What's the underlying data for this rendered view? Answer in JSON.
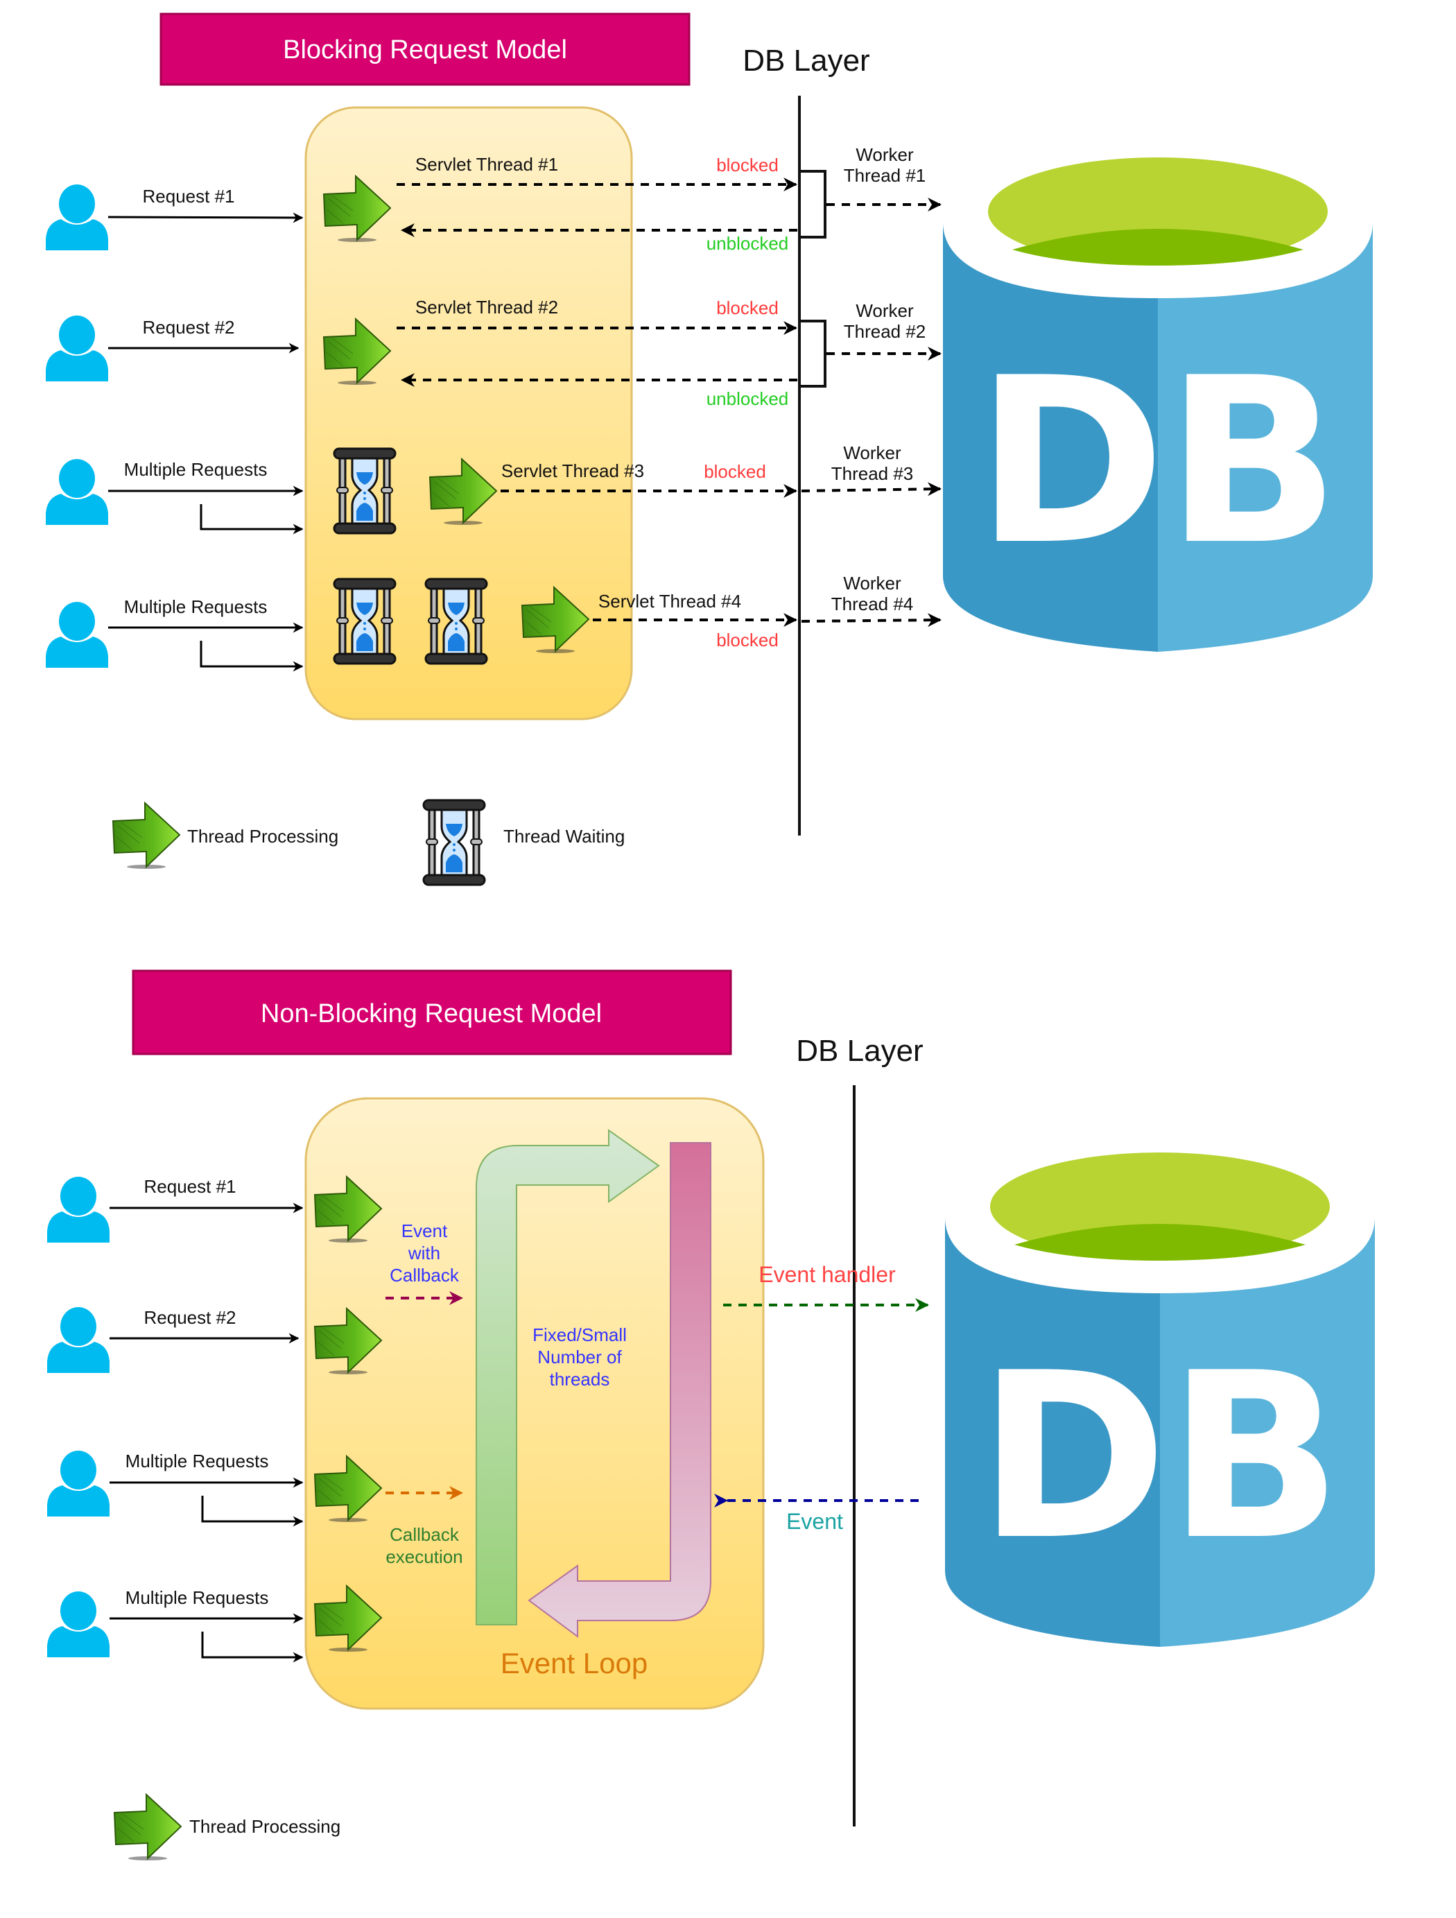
{
  "blocking": {
    "title": "Blocking Request Model",
    "db_layer_label": "DB Layer",
    "db_label": "DB",
    "requests": [
      {
        "label": "Request #1",
        "type": "single"
      },
      {
        "label": "Request #2",
        "type": "single"
      },
      {
        "label": "Multiple Requests",
        "type": "multiple"
      },
      {
        "label": "Multiple Requests",
        "type": "multiple"
      }
    ],
    "servlet_threads": [
      "Servlet Thread #1",
      "Servlet Thread #2",
      "Servlet Thread #3",
      "Servlet Thread #4"
    ],
    "worker_threads": [
      {
        "line1": "Worker",
        "line2": "Thread #1"
      },
      {
        "line1": "Worker",
        "line2": "Thread #2"
      },
      {
        "line1": "Worker",
        "line2": "Thread #3"
      },
      {
        "line1": "Worker",
        "line2": "Thread #4"
      }
    ],
    "status_blocked": "blocked",
    "status_unblocked": "unblocked",
    "waiting_counts": [
      0,
      0,
      1,
      2
    ],
    "legend": {
      "processing": "Thread Processing",
      "waiting": "Thread Waiting"
    }
  },
  "non_blocking": {
    "title": "Non-Blocking Request Model",
    "db_layer_label": "DB Layer",
    "db_label": "DB",
    "requests": [
      {
        "label": "Request #1",
        "type": "single"
      },
      {
        "label": "Request #2",
        "type": "single"
      },
      {
        "label": "Multiple Requests",
        "type": "multiple"
      },
      {
        "label": "Multiple Requests",
        "type": "multiple"
      }
    ],
    "event_with_callback": [
      "Event",
      "with",
      "Callback"
    ],
    "callback_execution": [
      "Callback",
      "execution"
    ],
    "fixed_threads": [
      "Fixed/Small",
      "Number of",
      "threads"
    ],
    "event_loop": "Event Loop",
    "event_handler": "Event handler",
    "event": "Event",
    "legend": {
      "processing": "Thread Processing"
    }
  },
  "colors": {
    "title_bg": "#d6006e",
    "box_top": "#fff2cc",
    "box_bottom": "#ffd966",
    "box_border": "#e2c06a",
    "user": "#00bbef",
    "db_dark": "#3a98c6",
    "db_light": "#5ab3da",
    "db_top": "#b8d432",
    "db_inner": "#7fba00",
    "blocked": "#ff3b3b",
    "unblocked": "#22cc22"
  }
}
